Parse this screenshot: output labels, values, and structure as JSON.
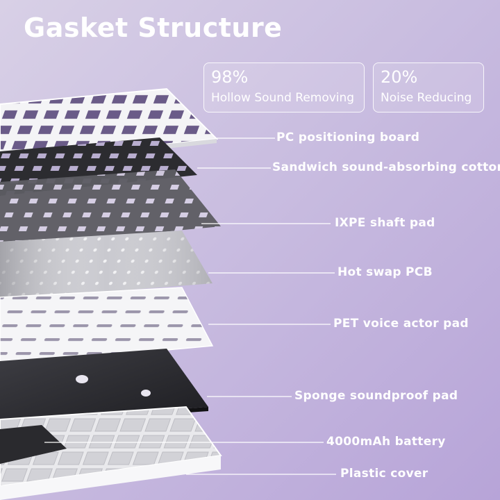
{
  "title": "Gasket Structure",
  "stats": [
    {
      "value": "98%",
      "label": "Hollow Sound Removing"
    },
    {
      "value": "20%",
      "label": "Noise Reducing"
    }
  ],
  "layers": [
    {
      "label": "PC positioning board"
    },
    {
      "label": "Sandwich sound-absorbing cotton"
    },
    {
      "label": "IXPE shaft pad"
    },
    {
      "label": "Hot swap PCB"
    },
    {
      "label": "PET voice actor pad"
    },
    {
      "label": "Sponge soundproof pad"
    },
    {
      "label": "4000mAh battery"
    },
    {
      "label": "Plastic cover"
    }
  ],
  "colors": {
    "background_start": "#d8d0e6",
    "background_end": "#b7a4d8",
    "text": "#ffffff"
  }
}
